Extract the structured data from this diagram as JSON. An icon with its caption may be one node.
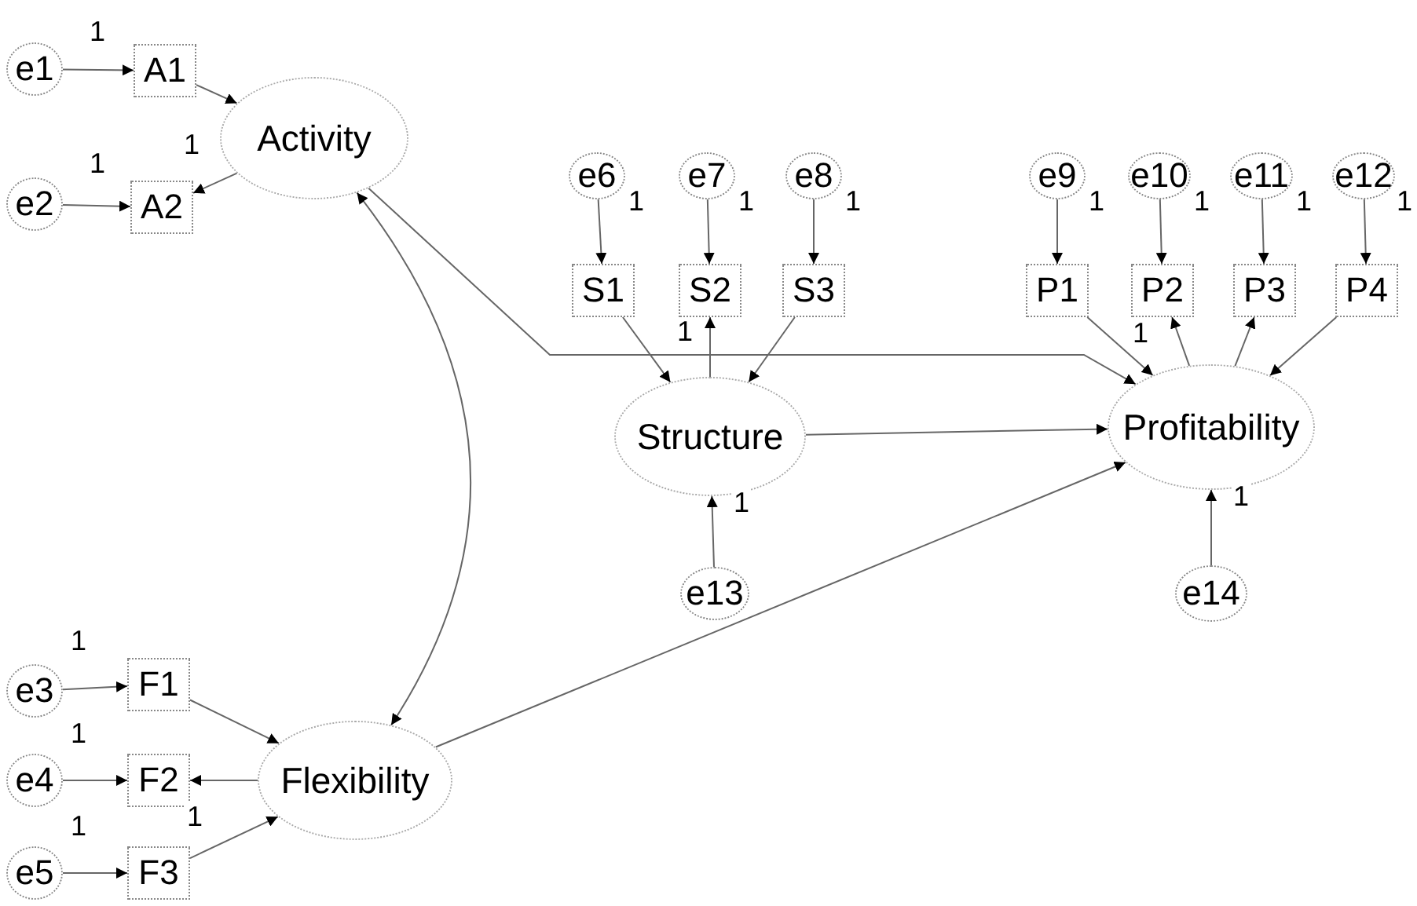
{
  "diagram": {
    "nodes": [
      {
        "text": [
          "e1"
        ]
      },
      {
        "text": [
          "A1"
        ]
      },
      {
        "text": [
          "e2"
        ]
      },
      {
        "text": [
          "A2"
        ]
      },
      {
        "text": [
          "Activity"
        ]
      },
      {
        "text": [
          "e3"
        ]
      },
      {
        "text": [
          "F1"
        ]
      },
      {
        "text": [
          "e4"
        ]
      },
      {
        "text": [
          "F2"
        ]
      },
      {
        "text": [
          "e5"
        ]
      },
      {
        "text": [
          "F3"
        ]
      },
      {
        "text": [
          "Flexibility"
        ]
      },
      {
        "text": [
          "e6"
        ]
      },
      {
        "text": [
          "e7"
        ]
      },
      {
        "text": [
          "e8"
        ]
      },
      {
        "text": [
          "S1"
        ]
      },
      {
        "text": [
          "S2"
        ]
      },
      {
        "text": [
          "S3"
        ]
      },
      {
        "text": [
          "Structure"
        ]
      },
      {
        "text": [
          "e13"
        ]
      },
      {
        "text": [
          "e9"
        ]
      },
      {
        "text": [
          "e10"
        ]
      },
      {
        "text": [
          "e11"
        ]
      },
      {
        "text": [
          "e12"
        ]
      },
      {
        "text": [
          "P1"
        ]
      },
      {
        "text": [
          "P2"
        ]
      },
      {
        "text": [
          "P3"
        ]
      },
      {
        "text": [
          "P4"
        ]
      },
      {
        "text": [
          "Profitability"
        ]
      },
      {
        "text": [
          "e14"
        ]
      }
    ],
    "edges": [
      {
        "from": 0,
        "to": 1,
        "arrow": "to",
        "label": "1"
      },
      {
        "from": 2,
        "to": 3,
        "arrow": "to",
        "label": "1"
      },
      {
        "from": 1,
        "to": 4,
        "arrow": "to"
      },
      {
        "from": 4,
        "to": 3,
        "arrow": "to",
        "label": "1"
      },
      {
        "from": 5,
        "to": 6,
        "arrow": "to",
        "label": "1"
      },
      {
        "from": 7,
        "to": 8,
        "arrow": "to",
        "label": "1"
      },
      {
        "from": 9,
        "to": 10,
        "arrow": "to",
        "label": "1"
      },
      {
        "from": 6,
        "to": 11,
        "arrow": "to"
      },
      {
        "from": 11,
        "to": 8,
        "arrow": "to",
        "label": "1"
      },
      {
        "from": 10,
        "to": 11,
        "arrow": "to"
      },
      {
        "from": 4,
        "to": 11,
        "arrow": "both"
      },
      {
        "from": 12,
        "to": 15,
        "arrow": "to",
        "label": "1"
      },
      {
        "from": 13,
        "to": 16,
        "arrow": "to",
        "label": "1"
      },
      {
        "from": 14,
        "to": 17,
        "arrow": "to",
        "label": "1"
      },
      {
        "from": 15,
        "to": 18,
        "arrow": "to"
      },
      {
        "from": 18,
        "to": 16,
        "arrow": "to",
        "label": "1"
      },
      {
        "from": 17,
        "to": 18,
        "arrow": "to"
      },
      {
        "from": 19,
        "to": 18,
        "arrow": "to",
        "label": "1"
      },
      {
        "from": 4,
        "to": 28,
        "arrow": "to"
      },
      {
        "from": 18,
        "to": 28,
        "arrow": "to"
      },
      {
        "from": 11,
        "to": 28,
        "arrow": "to"
      },
      {
        "from": 20,
        "to": 24,
        "arrow": "to",
        "label": "1"
      },
      {
        "from": 21,
        "to": 25,
        "arrow": "to",
        "label": "1"
      },
      {
        "from": 22,
        "to": 26,
        "arrow": "to",
        "label": "1"
      },
      {
        "from": 23,
        "to": 27,
        "arrow": "to",
        "label": "1"
      },
      {
        "from": 24,
        "to": 28,
        "arrow": "to"
      },
      {
        "from": 28,
        "to": 25,
        "arrow": "to",
        "label": "1"
      },
      {
        "from": 28,
        "to": 26,
        "arrow": "to"
      },
      {
        "from": 27,
        "to": 28,
        "arrow": "to"
      },
      {
        "from": 29,
        "to": 28,
        "arrow": "to",
        "label": "1"
      }
    ]
  }
}
